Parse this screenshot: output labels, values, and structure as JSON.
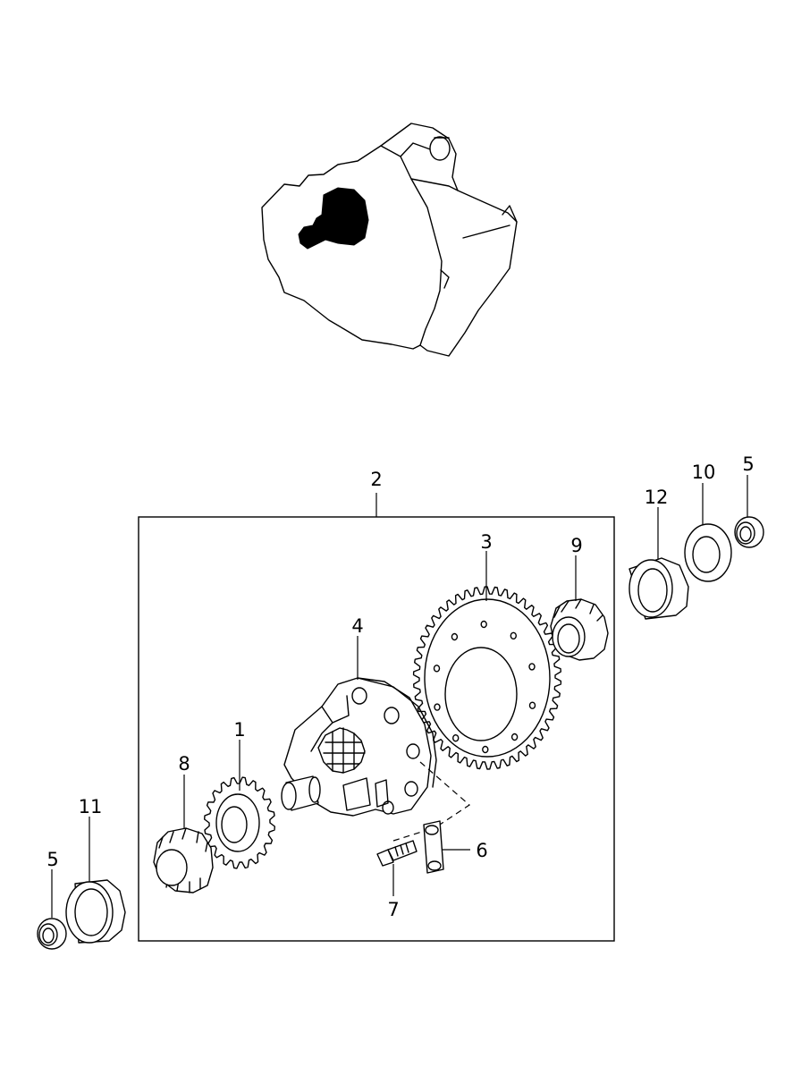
{
  "diagram": {
    "callouts": [
      {
        "id": "c1",
        "label": "1"
      },
      {
        "id": "c2",
        "label": "2"
      },
      {
        "id": "c3",
        "label": "3"
      },
      {
        "id": "c4",
        "label": "4"
      },
      {
        "id": "c5a",
        "label": "5"
      },
      {
        "id": "c5b",
        "label": "5"
      },
      {
        "id": "c6",
        "label": "6"
      },
      {
        "id": "c7",
        "label": "7"
      },
      {
        "id": "c8",
        "label": "8"
      },
      {
        "id": "c9",
        "label": "9"
      },
      {
        "id": "c10",
        "label": "10"
      },
      {
        "id": "c11",
        "label": "11"
      },
      {
        "id": "c12",
        "label": "12"
      }
    ]
  }
}
